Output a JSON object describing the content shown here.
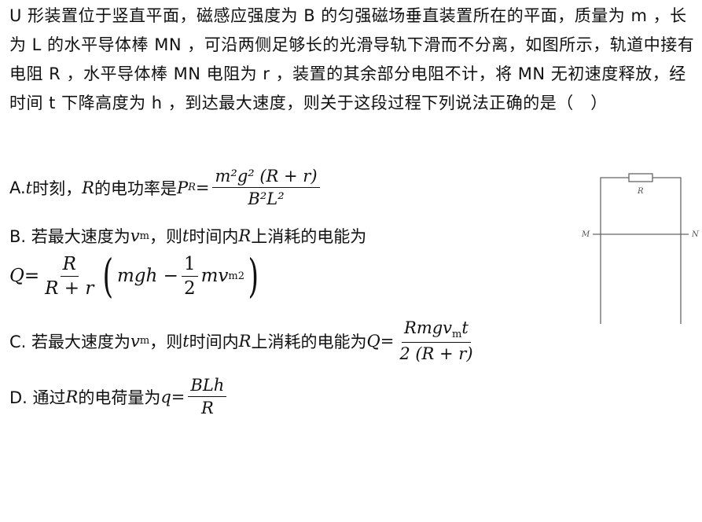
{
  "question": {
    "stem": "U 形装置位于竖直平面，磁感应强度为 B 的匀强磁场垂直装置所在的平面，质量为 m ，长为 L 的水平导体棒 MN ，可沿两侧足够长的光滑导轨下滑而不分离，如图所示，轨道中接有电阻 R ，水平导体棒 MN 电阻为 r ，装置的其余部分电阻不计，将 MN 无初速度释放，经时间 t 下降高度为 h ，到达最大速度，则关于这段过程下列说法正确的是（　）"
  },
  "options": {
    "A": {
      "prefix": "A. ",
      "text1": "t",
      "text2": " 时刻，",
      "text3": "R",
      "text4": " 的电功率是 ",
      "lhs": "P",
      "lhs_sub": "R",
      "eq": " = ",
      "num": "m²g² (R + r)",
      "den": "B²L²"
    },
    "B": {
      "prefix": "B. 若最大速度为 ",
      "v": "v",
      "v_sub": "m",
      "text1": " ，则 ",
      "t": "t",
      "text2": " 时间内 ",
      "R": "R",
      "text3": " 上消耗的电能为",
      "lhs": "Q",
      "eq": " = ",
      "num": "R",
      "den": "R + r",
      "inner1": "mgh − ",
      "half_num": "1",
      "half_den": "2",
      "inner2": "mv",
      "inner_sub": "m",
      "inner_sup": "2"
    },
    "C": {
      "prefix": "C. 若最大速度为 ",
      "v": "v",
      "v_sub": "m",
      "text1": " ，则 ",
      "t": "t",
      "text2": " 时间内 ",
      "R": "R",
      "text3": " 上消耗的电能为 ",
      "lhs": "Q",
      "eq": " = ",
      "num": "Rmgv",
      "num_sub": "m",
      "num_t": "t",
      "den": "2 (R + r)"
    },
    "D": {
      "prefix": "D. 通过 ",
      "R": "R",
      "text1": " 的电荷量为 ",
      "lhs": "q",
      "eq": " = ",
      "num": "BLh",
      "den": "R"
    }
  },
  "figure": {
    "resistor_label": "R",
    "left_label": "M",
    "right_label": "N"
  }
}
